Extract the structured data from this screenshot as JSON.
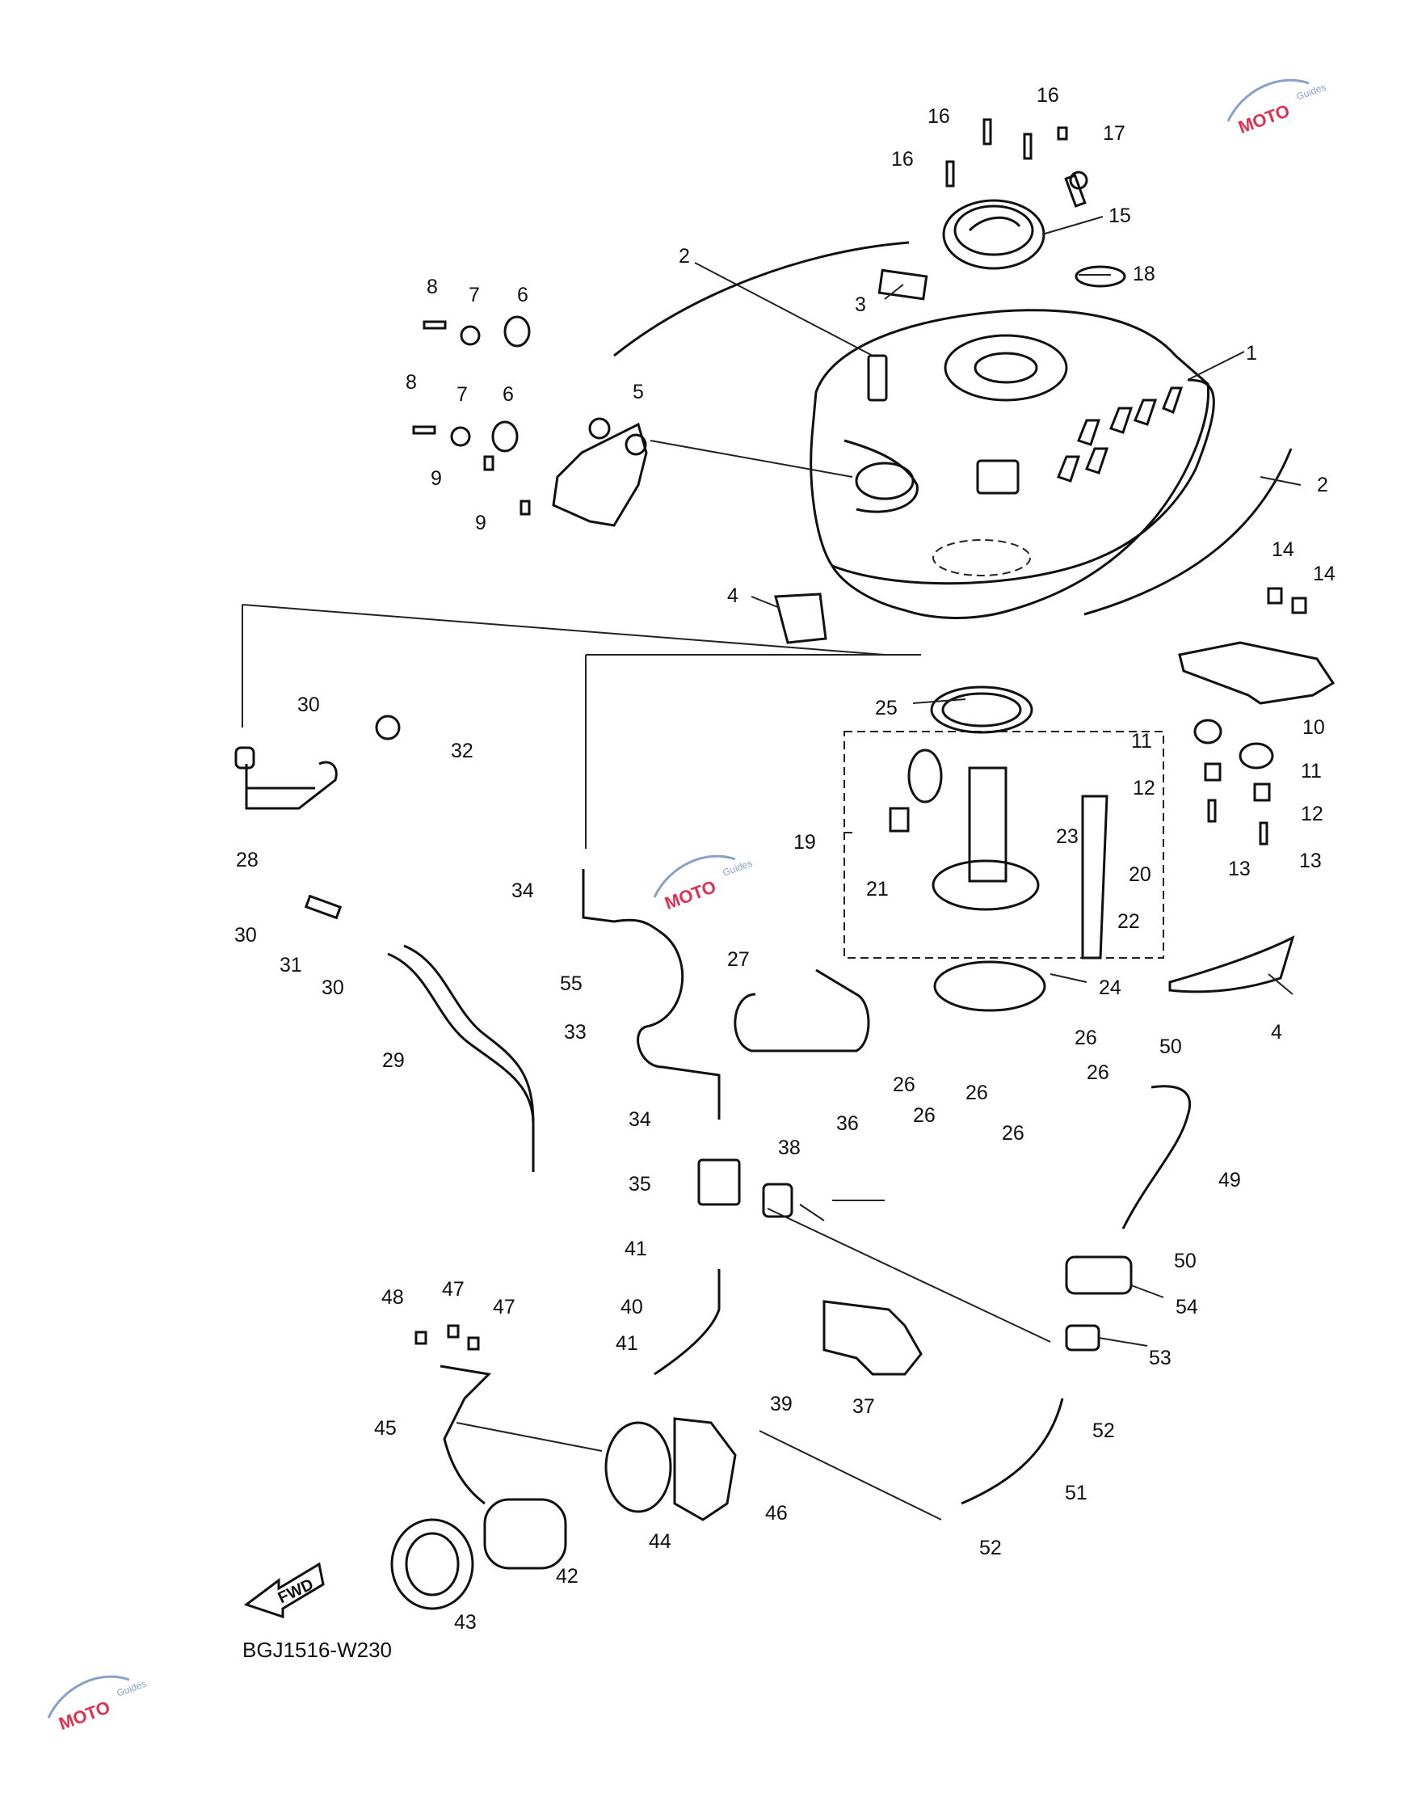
{
  "diagram": {
    "code": "BGJ1516-W230",
    "fwd_label": "FWD",
    "watermark": {
      "brand": "MOTO",
      "sub": "Guides"
    },
    "callouts": [
      {
        "id": "c1",
        "text": "1"
      },
      {
        "id": "c2a",
        "text": "2"
      },
      {
        "id": "c2b",
        "text": "2"
      },
      {
        "id": "c3",
        "text": "3"
      },
      {
        "id": "c4a",
        "text": "4"
      },
      {
        "id": "c4b",
        "text": "4"
      },
      {
        "id": "c5",
        "text": "5"
      },
      {
        "id": "c6a",
        "text": "6"
      },
      {
        "id": "c6b",
        "text": "6"
      },
      {
        "id": "c7a",
        "text": "7"
      },
      {
        "id": "c7b",
        "text": "7"
      },
      {
        "id": "c8a",
        "text": "8"
      },
      {
        "id": "c8b",
        "text": "8"
      },
      {
        "id": "c9a",
        "text": "9"
      },
      {
        "id": "c9b",
        "text": "9"
      },
      {
        "id": "c10",
        "text": "10"
      },
      {
        "id": "c11a",
        "text": "11"
      },
      {
        "id": "c11b",
        "text": "11"
      },
      {
        "id": "c12a",
        "text": "12"
      },
      {
        "id": "c12b",
        "text": "12"
      },
      {
        "id": "c13a",
        "text": "13"
      },
      {
        "id": "c13b",
        "text": "13"
      },
      {
        "id": "c14a",
        "text": "14"
      },
      {
        "id": "c14b",
        "text": "14"
      },
      {
        "id": "c15",
        "text": "15"
      },
      {
        "id": "c16a",
        "text": "16"
      },
      {
        "id": "c16b",
        "text": "16"
      },
      {
        "id": "c16c",
        "text": "16"
      },
      {
        "id": "c17",
        "text": "17"
      },
      {
        "id": "c18",
        "text": "18"
      },
      {
        "id": "c19",
        "text": "19"
      },
      {
        "id": "c20",
        "text": "20"
      },
      {
        "id": "c21",
        "text": "21"
      },
      {
        "id": "c22",
        "text": "22"
      },
      {
        "id": "c23",
        "text": "23"
      },
      {
        "id": "c24",
        "text": "24"
      },
      {
        "id": "c25",
        "text": "25"
      },
      {
        "id": "c26a",
        "text": "26"
      },
      {
        "id": "c26b",
        "text": "26"
      },
      {
        "id": "c26c",
        "text": "26"
      },
      {
        "id": "c26d",
        "text": "26"
      },
      {
        "id": "c26e",
        "text": "26"
      },
      {
        "id": "c26f",
        "text": "26"
      },
      {
        "id": "c27",
        "text": "27"
      },
      {
        "id": "c28",
        "text": "28"
      },
      {
        "id": "c29",
        "text": "29"
      },
      {
        "id": "c30a",
        "text": "30"
      },
      {
        "id": "c30b",
        "text": "30"
      },
      {
        "id": "c30c",
        "text": "30"
      },
      {
        "id": "c31",
        "text": "31"
      },
      {
        "id": "c32",
        "text": "32"
      },
      {
        "id": "c33",
        "text": "33"
      },
      {
        "id": "c34a",
        "text": "34"
      },
      {
        "id": "c34b",
        "text": "34"
      },
      {
        "id": "c35",
        "text": "35"
      },
      {
        "id": "c36",
        "text": "36"
      },
      {
        "id": "c37",
        "text": "37"
      },
      {
        "id": "c38",
        "text": "38"
      },
      {
        "id": "c39",
        "text": "39"
      },
      {
        "id": "c40",
        "text": "40"
      },
      {
        "id": "c41a",
        "text": "41"
      },
      {
        "id": "c41b",
        "text": "41"
      },
      {
        "id": "c42",
        "text": "42"
      },
      {
        "id": "c43",
        "text": "43"
      },
      {
        "id": "c44",
        "text": "44"
      },
      {
        "id": "c45",
        "text": "45"
      },
      {
        "id": "c46",
        "text": "46"
      },
      {
        "id": "c47a",
        "text": "47"
      },
      {
        "id": "c47b",
        "text": "47"
      },
      {
        "id": "c48",
        "text": "48"
      },
      {
        "id": "c49",
        "text": "49"
      },
      {
        "id": "c50a",
        "text": "50"
      },
      {
        "id": "c50b",
        "text": "50"
      },
      {
        "id": "c51",
        "text": "51"
      },
      {
        "id": "c52a",
        "text": "52"
      },
      {
        "id": "c52b",
        "text": "52"
      },
      {
        "id": "c53",
        "text": "53"
      },
      {
        "id": "c54",
        "text": "54"
      },
      {
        "id": "c55",
        "text": "55"
      }
    ]
  }
}
